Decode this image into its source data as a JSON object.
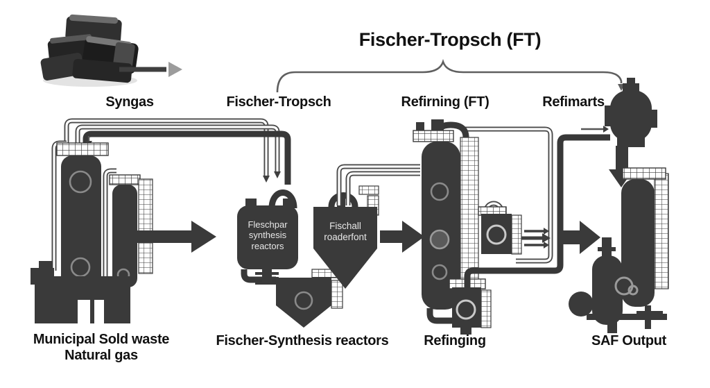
{
  "header": {
    "title": "Fischer-Tropsch (FT)"
  },
  "stages": {
    "syngas": "Syngas",
    "fischer_tropsch": "Fischer-Tropsch",
    "refining_ft": "Refirning (FT)",
    "refimarts": "Refimarts"
  },
  "vessels": {
    "ft_reactor_lines": [
      "Fleschpar",
      "synthesis",
      "reactors"
    ],
    "separator_lines": [
      "Fischall",
      "roaderfont"
    ]
  },
  "bottom": {
    "feedstock_line1": "Municipal Sold waste",
    "feedstock_line2": "Natural gas",
    "ft_reactors": "Fischer-Synthesis reactors",
    "refining": "Refinging",
    "saf_output": "SAF Output"
  },
  "images": {
    "feedstock": "charcoal-pile-image"
  },
  "colors": {
    "equipment": "#3a3a3a",
    "pipe_outline": "#4a4a4a",
    "arrow": "#3f3f3f",
    "arrowhead_light": "#9c9c9c",
    "background": "#ffffff",
    "text": "#111111",
    "vessel_text": "#e8e8e8"
  }
}
